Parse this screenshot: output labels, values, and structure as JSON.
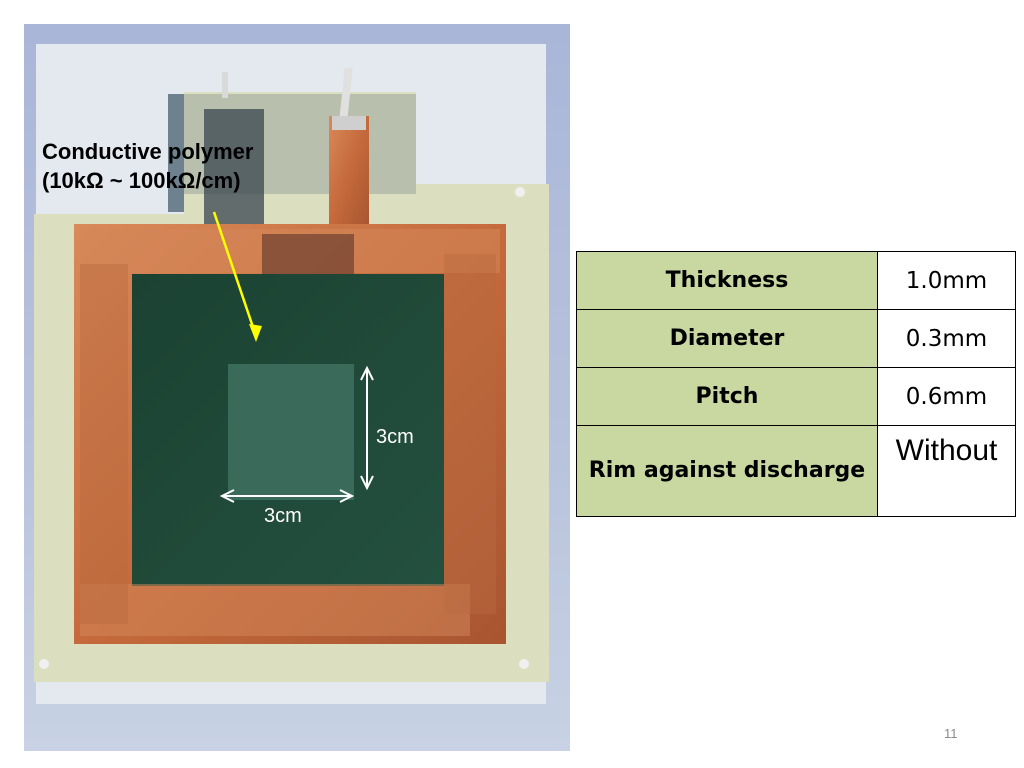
{
  "callout": {
    "line1": "Conductive polymer",
    "line2": "(10kΩ ~ 100kΩ/cm)"
  },
  "dimensions": {
    "vertical": "3cm",
    "horizontal": "3cm"
  },
  "specs_table": {
    "rows": [
      {
        "key": "Thickness",
        "value": "1.0mm"
      },
      {
        "key": "Diameter",
        "value": "0.3mm"
      },
      {
        "key": "Pitch",
        "value": "0.6mm"
      },
      {
        "key": "Rim against discharge",
        "value": "Without"
      }
    ]
  },
  "page_number": "11",
  "colors": {
    "table_key_bg": "#c9d8a0",
    "copper": "#c56a3c",
    "polymer": "#1f4a3a",
    "arrow": "#ffff00"
  }
}
